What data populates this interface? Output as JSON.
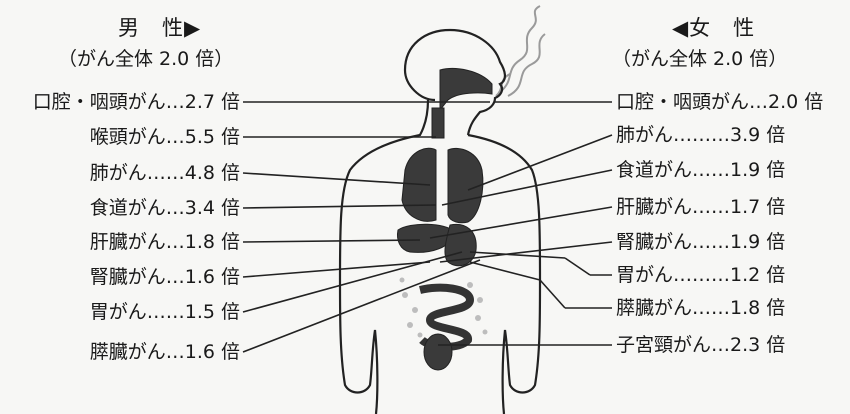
{
  "male": {
    "heading": "男　性▶",
    "subtitle": "（がん全体 2.0 倍）",
    "items": [
      {
        "label": "口腔・咽頭がん…2.7 倍"
      },
      {
        "label": "喉頭がん…5.5 倍"
      },
      {
        "label": "肺がん……4.8 倍"
      },
      {
        "label": "食道がん…3.4 倍"
      },
      {
        "label": "肝臓がん…1.8 倍"
      },
      {
        "label": "腎臓がん…1.6 倍"
      },
      {
        "label": "胃がん……1.5 倍"
      },
      {
        "label": "膵臓がん…1.6 倍"
      }
    ]
  },
  "female": {
    "heading": "◀女　性",
    "subtitle": "（がん全体 2.0 倍）",
    "items": [
      {
        "label": "口腔・咽頭がん…2.0 倍"
      },
      {
        "label": "肺がん………3.9 倍"
      },
      {
        "label": "食道がん……1.9 倍"
      },
      {
        "label": "肝臓がん……1.7 倍"
      },
      {
        "label": "腎臓がん……1.9 倍"
      },
      {
        "label": "胃がん………1.2 倍"
      },
      {
        "label": "膵臓がん……1.8 倍"
      },
      {
        "label": "子宮頸がん…2.3 倍"
      }
    ]
  }
}
